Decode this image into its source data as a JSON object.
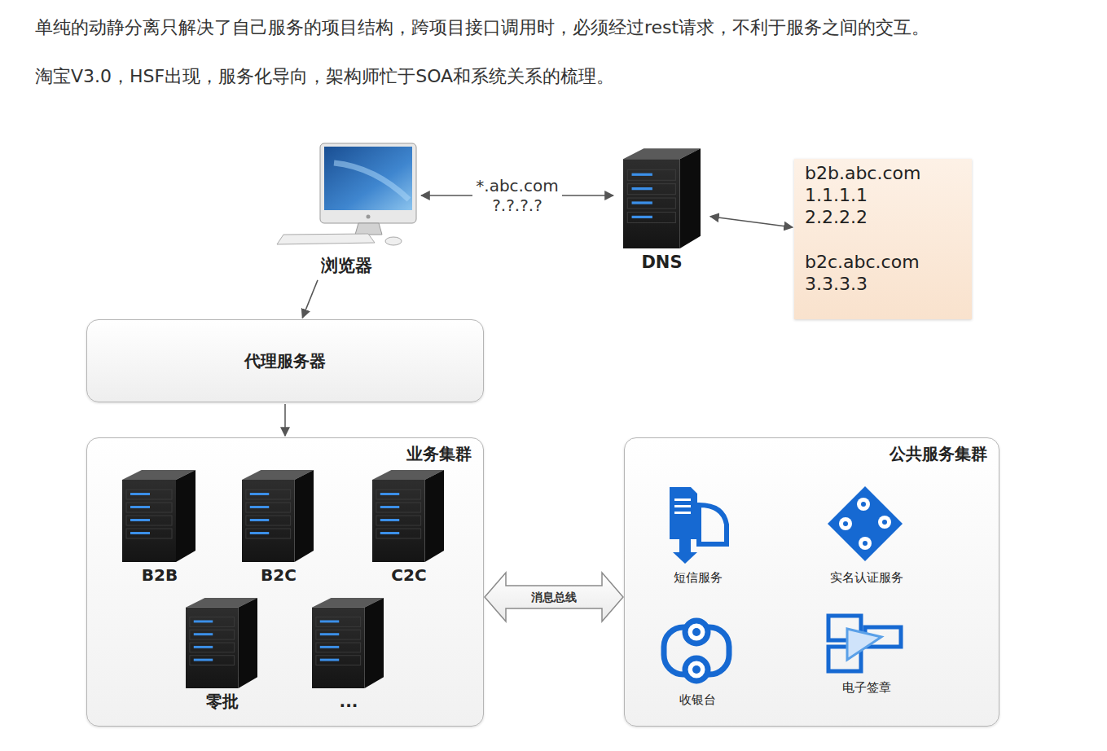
{
  "diagram": {
    "nodes": [
      {
        "text": [
          "浏览器"
        ]
      },
      {
        "text": [
          "DNS"
        ]
      },
      {
        "text": [
          "b2b.abc.com",
          "1.1.1.1",
          "2.2.2.2",
          "b2c.abc.com",
          "3.3.3.3"
        ]
      },
      {
        "text": [
          "代理服务器"
        ]
      },
      {
        "text": [
          "业务集群"
        ]
      },
      {
        "text": [
          "B2B"
        ],
        "in": 4
      },
      {
        "text": [
          "B2C"
        ],
        "in": 4
      },
      {
        "text": [
          "C2C"
        ],
        "in": 4
      },
      {
        "text": [
          "零批"
        ],
        "in": 4
      },
      {
        "text": [
          "..."
        ],
        "in": 4
      },
      {
        "text": [
          "公共服务集群"
        ]
      },
      {
        "text": [
          "短信服务"
        ],
        "in": 10
      },
      {
        "text": [
          "实名认证服务"
        ],
        "in": 10
      },
      {
        "text": [
          "收银台"
        ],
        "in": 10
      },
      {
        "text": [
          "电子签章"
        ],
        "in": 10
      }
    ],
    "edges": [
      {
        "from": 0,
        "to": 1,
        "arrow": "both",
        "label": "*.abc.com ?.?.?.?"
      },
      {
        "from": 1,
        "to": 2,
        "arrow": "both"
      },
      {
        "from": 0,
        "to": 3,
        "arrow": "to"
      },
      {
        "from": 3,
        "to": 4,
        "arrow": "to"
      },
      {
        "from": 4,
        "to": 10,
        "arrow": "both",
        "label": "消息总线"
      }
    ],
    "labels": [
      "单纯的动静分离只解决了自己服务的项目结构，跨项目接口调用时，必须经过rest请求，不利于服务之间的交互。",
      "淘宝V3.0，HSF出现，服务化导向，架构师忙于SOA和系统关系的梳理。"
    ]
  }
}
